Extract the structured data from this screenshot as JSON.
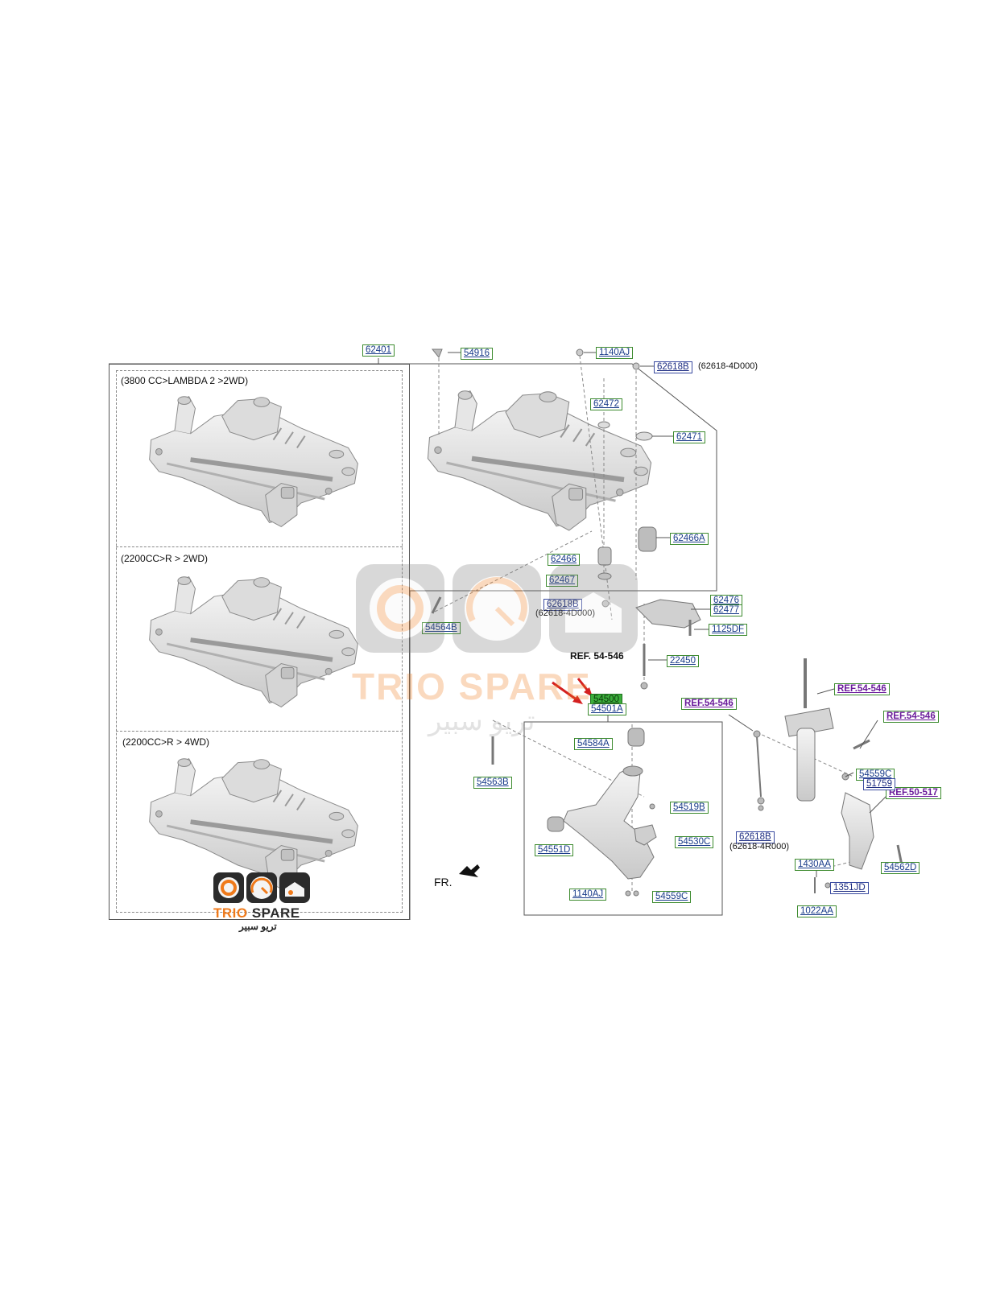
{
  "variants": [
    {
      "label": "(3800 CC>LAMBDA 2 >2WD)"
    },
    {
      "label": "(2200CC>R > 2WD)"
    },
    {
      "label": "(2200CC>R > 4WD)"
    }
  ],
  "parts": {
    "p62401": "62401",
    "p54916": "54916",
    "p1140AJ_top": "1140AJ",
    "p62618B_top": "62618B",
    "p62472": "62472",
    "p62471": "62471",
    "p62466A": "62466A",
    "p62466": "62466",
    "p62467": "62467",
    "p62618B_mid": "62618B",
    "p54564B": "54564B",
    "p62476": "62476",
    "p62477": "62477",
    "p1125DF": "1125DF",
    "p22450": "22450",
    "p54500": "54500",
    "p54501A": "54501A",
    "p54584A": "54584A",
    "p54563B": "54563B",
    "p54519B": "54519B",
    "p54530C": "54530C",
    "p54551D": "54551D",
    "p1140AJ_bot": "1140AJ",
    "p54559C_bot": "54559C",
    "p62618B_right": "62618B",
    "p54559C_right": "54559C",
    "p51759": "51759",
    "p1430AA": "1430AA",
    "p1351JD": "1351JD",
    "p1022AA": "1022AA",
    "p54562D": "54562D"
  },
  "refs": {
    "ref_plain": "REF. 54-546",
    "ref1": "REF.54-546",
    "ref2": "REF.54-546",
    "ref3": "REF.54-546",
    "ref4": "REF.50-517"
  },
  "notes": {
    "n_top": "(62618-4D000)",
    "n_mid": "(62618-4D000)",
    "n_right": "(62618-4R000)"
  },
  "direction": "FR.",
  "brand": {
    "name": "TRIO SPARE",
    "name_arabic": "تريو سبير",
    "watermark_text": "TRIO SPARE",
    "watermark_arabic": "تريو سبير",
    "colors": {
      "orange": "#f07a1a",
      "dark": "#2b2b2b",
      "highlight": "#3cae3c",
      "arrow": "#d42020"
    }
  }
}
